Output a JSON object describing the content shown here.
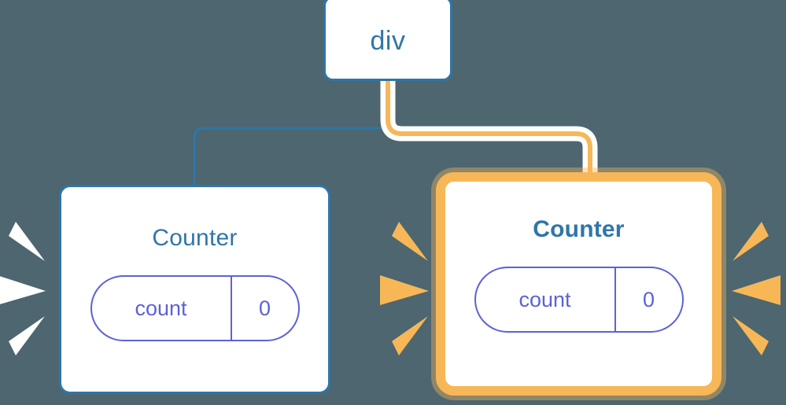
{
  "diagram": {
    "type": "component-tree",
    "background_color": "#4d6670",
    "title_node": {
      "label": "div",
      "border_color": "#2e76a8",
      "text_color": "#2e76a8"
    },
    "nodes": [
      {
        "id": "counter-left",
        "label": "Counter",
        "highlighted": false,
        "border_color": "#2e76a8",
        "state": {
          "key": "count",
          "value": "0"
        }
      },
      {
        "id": "counter-right",
        "label": "Counter",
        "highlighted": true,
        "border_color": "#f7b757",
        "state": {
          "key": "count",
          "value": "0"
        }
      }
    ],
    "edges": [
      {
        "from": "div",
        "to": "counter-left",
        "color": "#2e76a8",
        "highlighted": false
      },
      {
        "from": "div",
        "to": "counter-right",
        "color": "#f7b757",
        "highlighted": true
      }
    ],
    "bursts": [
      {
        "id": "burst-left-of-left",
        "color": "#ffffff",
        "rays": 3,
        "direction": "left"
      },
      {
        "id": "burst-left-of-right",
        "color": "#f7b757",
        "rays": 3,
        "direction": "left"
      },
      {
        "id": "burst-right-of-right",
        "color": "#f7b757",
        "rays": 3,
        "direction": "right"
      }
    ],
    "colors": {
      "accent_blue": "#2e76a8",
      "accent_orange": "#f7b757",
      "accent_orange_soft": "#fbe0b4",
      "state_indigo": "#5c62d6",
      "card": "#ffffff",
      "halo": "#ffffff"
    }
  }
}
